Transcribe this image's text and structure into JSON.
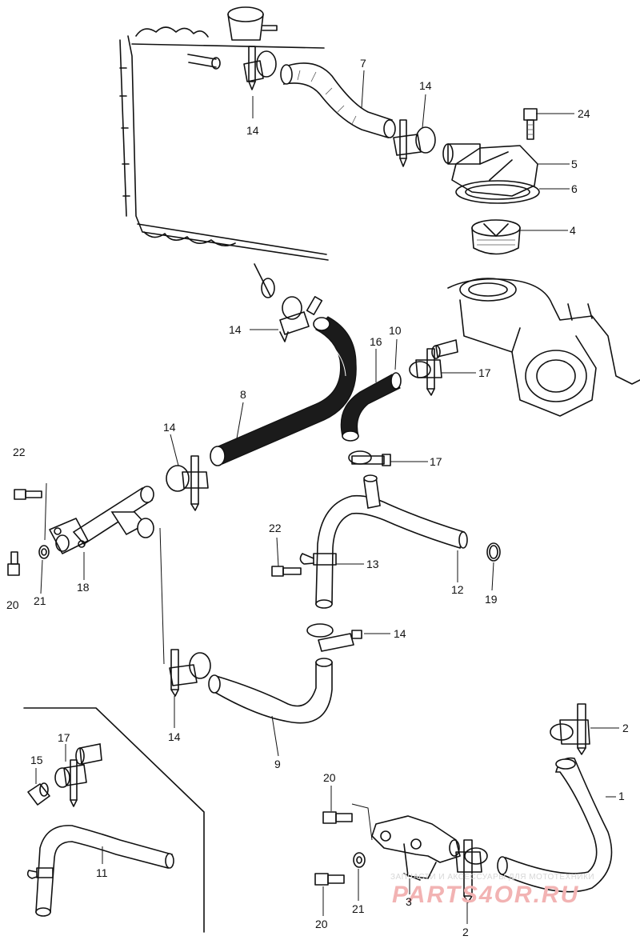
{
  "callouts": [
    {
      "id": "c7",
      "text": "7"
    },
    {
      "id": "c14a",
      "text": "14"
    },
    {
      "id": "c14b",
      "text": "14"
    },
    {
      "id": "c24",
      "text": "24"
    },
    {
      "id": "c5",
      "text": "5"
    },
    {
      "id": "c6",
      "text": "6"
    },
    {
      "id": "c4",
      "text": "4"
    },
    {
      "id": "c14c",
      "text": "14"
    },
    {
      "id": "c16",
      "text": "16"
    },
    {
      "id": "c10",
      "text": "10"
    },
    {
      "id": "c17a",
      "text": "17"
    },
    {
      "id": "c8",
      "text": "8"
    },
    {
      "id": "c14d",
      "text": "14"
    },
    {
      "id": "c22a",
      "text": "22"
    },
    {
      "id": "c17b",
      "text": "17"
    },
    {
      "id": "c22b",
      "text": "22"
    },
    {
      "id": "c13",
      "text": "13"
    },
    {
      "id": "c12",
      "text": "12"
    },
    {
      "id": "c19",
      "text": "19"
    },
    {
      "id": "c18",
      "text": "18"
    },
    {
      "id": "c20a",
      "text": "20"
    },
    {
      "id": "c21a",
      "text": "21"
    },
    {
      "id": "c14e",
      "text": "14"
    },
    {
      "id": "c14f",
      "text": "14"
    },
    {
      "id": "c9",
      "text": "9"
    },
    {
      "id": "c2a",
      "text": "2"
    },
    {
      "id": "c17c",
      "text": "17"
    },
    {
      "id": "c15",
      "text": "15"
    },
    {
      "id": "c1",
      "text": "1"
    },
    {
      "id": "c20b",
      "text": "20"
    },
    {
      "id": "c11",
      "text": "11"
    },
    {
      "id": "c3",
      "text": "3"
    },
    {
      "id": "c20c",
      "text": "20"
    },
    {
      "id": "c21b",
      "text": "21"
    },
    {
      "id": "c2b",
      "text": "2"
    }
  ],
  "watermark": {
    "tagline": "ЗАПЧАСТИ И АКСЕССУАРЫ ДЛЯ МОТОТЕХНИКИ",
    "logo": "PARTS4OR.RU"
  }
}
